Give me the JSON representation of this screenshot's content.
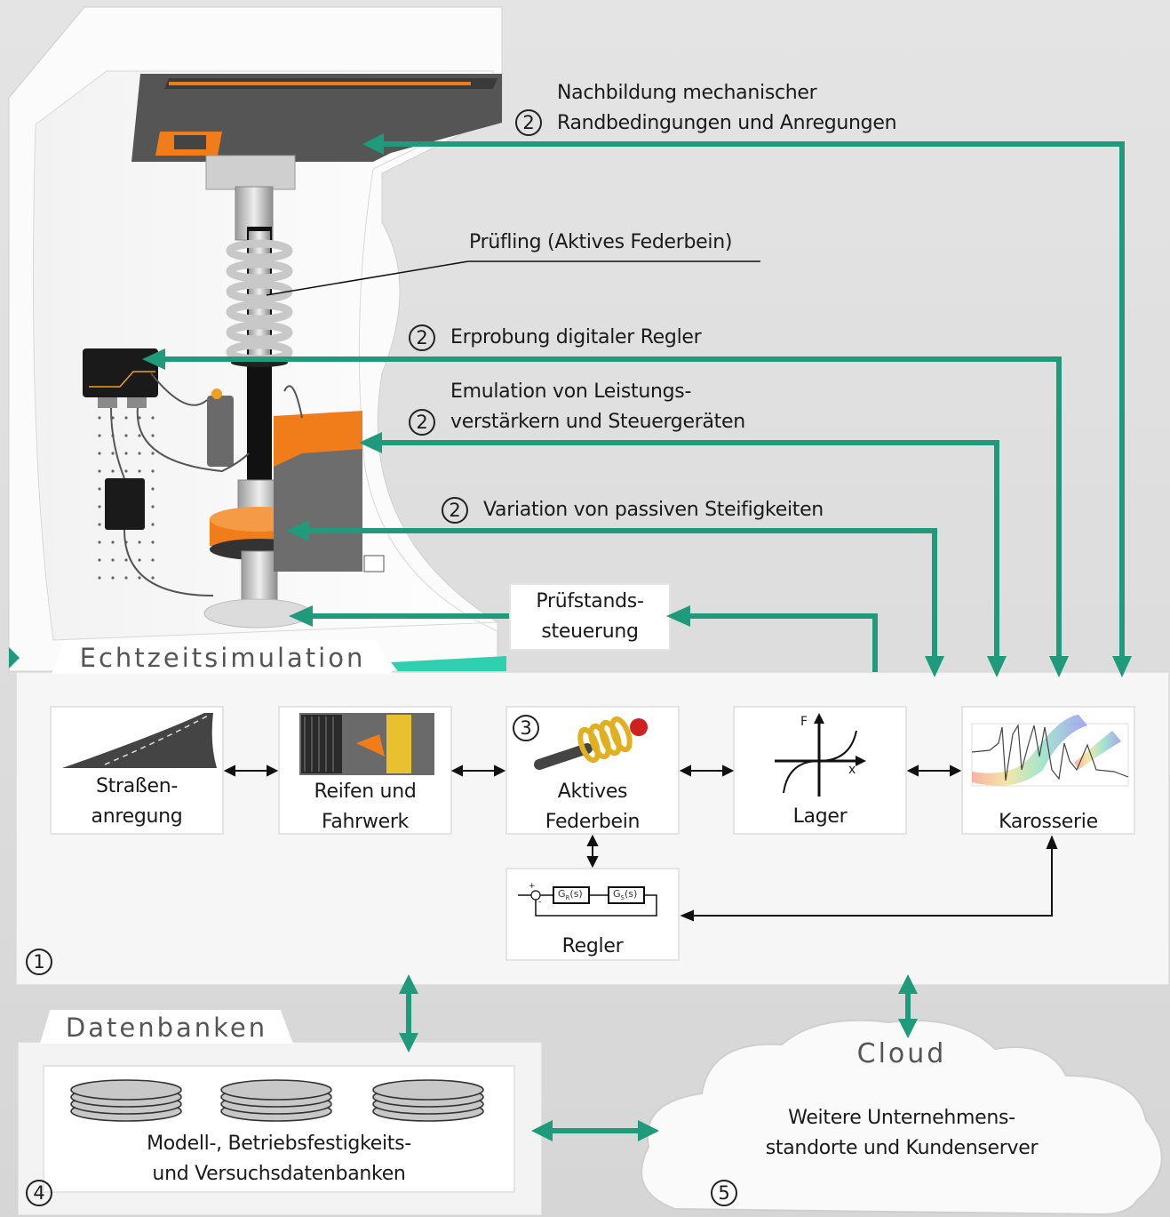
{
  "colors": {
    "arrow": "#1f9a7a",
    "orange": "#f07c1a",
    "dark_steel": "#4a4a4a"
  },
  "callouts": [
    {
      "marker": "2",
      "lines": [
        "Nachbildung mechanischer",
        "Randbedingungen und Anregungen"
      ]
    },
    {
      "marker": "",
      "lines": [
        "Prüfling (Aktives Federbein)"
      ]
    },
    {
      "marker": "2",
      "lines": [
        "Erprobung digitaler Regler"
      ]
    },
    {
      "marker": "2",
      "lines": [
        "Emulation von Leistungs-",
        "verstärkern und Steuergeräten"
      ]
    },
    {
      "marker": "2",
      "lines": [
        "Variation von passiven Steifigkeiten"
      ]
    }
  ],
  "pruefstand": {
    "lines": [
      "Prüfstands-",
      "steuerung"
    ]
  },
  "echtzeit": {
    "tab": "Echtzeitsimulation",
    "marker": "1"
  },
  "blocks": [
    {
      "id": "strasse",
      "lines": [
        "Straßen-",
        "anregung"
      ],
      "icon": "road-icon"
    },
    {
      "id": "reifen",
      "lines": [
        "Reifen und",
        "Fahrwerk"
      ],
      "icon": "tire-chassis-icon"
    },
    {
      "id": "federbein",
      "lines": [
        "Aktives",
        "Federbein"
      ],
      "icon": "shock-absorber-icon",
      "marker": "3"
    },
    {
      "id": "lager",
      "lines": [
        "Lager"
      ],
      "icon": "force-displacement-curve-icon",
      "axis_f": "F",
      "axis_x": "x"
    },
    {
      "id": "karosserie",
      "lines": [
        "Karosserie"
      ],
      "icon": "frequency-response-icon"
    }
  ],
  "regler": {
    "label": "Regler",
    "gr": "G",
    "gr_sub": "R",
    "gs": "G",
    "gs_sub": "S",
    "arg": "(s)",
    "plus": "+",
    "minus": "-"
  },
  "datenbanken": {
    "tab": "Datenbanken",
    "lines": [
      "Modell-, Betriebsfestigkeits-",
      "und Versuchsdatenbanken"
    ],
    "marker": "4"
  },
  "cloud": {
    "title": "Cloud",
    "lines": [
      "Weitere Unternehmens-",
      "standorte und Kundenserver"
    ],
    "marker": "5"
  }
}
